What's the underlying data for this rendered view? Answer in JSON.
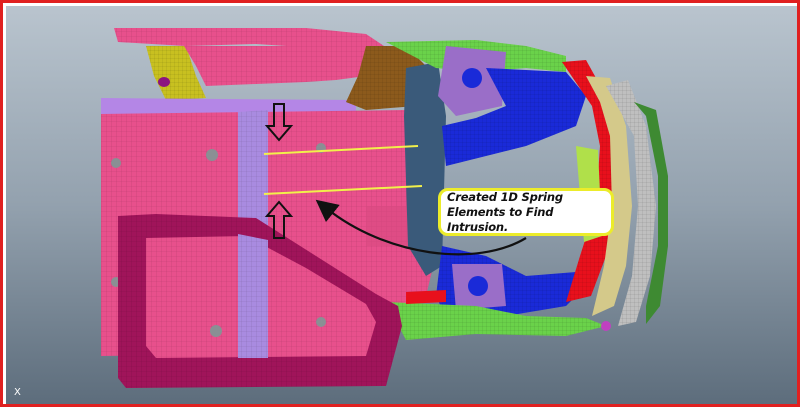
{
  "annotation": {
    "line1": "Created 1D Spring",
    "line2": "Elements to Find Intrusion."
  },
  "axis": {
    "label": "X"
  },
  "colors": {
    "frame_border": "#e02020",
    "floor_panel": "#e8508c",
    "side_frame": "#a0145a",
    "cross_member": "#a98be0",
    "spring_elements": "#f2f04a",
    "callout_border": "#ecec2a",
    "rail_blue": "#1a2ad8",
    "bumper_green": "#3e8a32",
    "tower_purple": "#9a6ec8",
    "red_part": "#e8101c",
    "light_green": "#6ad24a"
  }
}
